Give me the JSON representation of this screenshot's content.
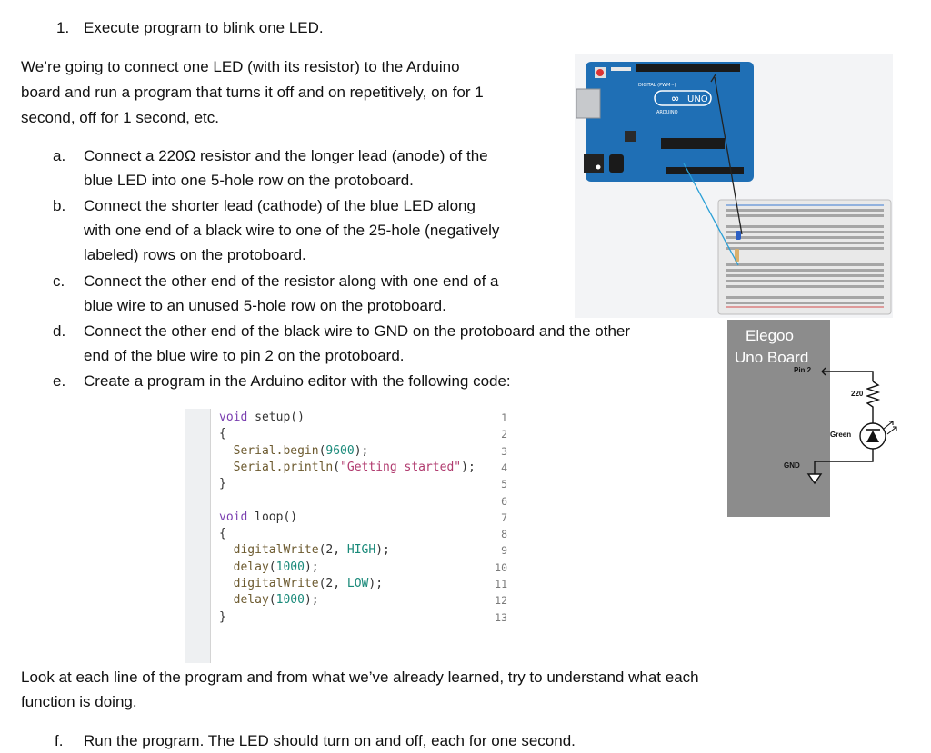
{
  "heading": {
    "number": "1.",
    "text": "Execute program to blink one LED."
  },
  "intro": [
    "We’re going to connect one LED (with its resistor) to the Arduino",
    "board and run a program that turns it off and on repetitively, on for 1",
    "second, off for 1 second, etc."
  ],
  "steps": [
    {
      "marker": "a.",
      "lines": [
        "Connect a 220Ω resistor and the longer lead (anode) of the",
        "blue LED into one 5-hole row on the protoboard."
      ]
    },
    {
      "marker": "b.",
      "lines": [
        "Connect the shorter lead (cathode) of the blue LED along",
        "with one end of a black wire to one of the 25-hole (negatively",
        "labeled) rows on the protoboard."
      ]
    },
    {
      "marker": "c.",
      "lines": [
        "Connect the other end of the resistor along with one end of a",
        "blue wire to an unused 5-hole row on the protoboard."
      ]
    },
    {
      "marker": "d.",
      "lines": [
        "Connect the other end of the black wire to GND on the protoboard and the other",
        "end of the blue wire to pin 2 on the protoboard."
      ]
    },
    {
      "marker": "e.",
      "lines": [
        "Create a program in the Arduino editor with the following code:"
      ]
    }
  ],
  "code": {
    "line_numbers": [
      "1",
      "2",
      "3",
      "4",
      "5",
      "6",
      "7",
      "8",
      "9",
      "10",
      "11",
      "12",
      "13"
    ],
    "lines": [
      {
        "kw": "void",
        "rest": " setup()"
      },
      {
        "plain": "{"
      },
      {
        "indent": "  ",
        "fn": "Serial.begin",
        "open": "(",
        "arg": "9600",
        "close": ");"
      },
      {
        "indent": "  ",
        "fn": "Serial.println",
        "open": "(",
        "str": "\"Getting started\"",
        "close": ");"
      },
      {
        "plain": "}"
      },
      {
        "plain": ""
      },
      {
        "kw": "void",
        "rest": " loop()"
      },
      {
        "plain": "{"
      },
      {
        "indent": "  ",
        "fn": "digitalWrite",
        "open": "(2, ",
        "arg": "HIGH",
        "close": ");"
      },
      {
        "indent": "  ",
        "fn": "delay",
        "open": "(",
        "arg": "1000",
        "close": ");"
      },
      {
        "indent": "  ",
        "fn": "digitalWrite",
        "open": "(2, ",
        "arg": "LOW",
        "close": ");"
      },
      {
        "indent": "  ",
        "fn": "delay",
        "open": "(",
        "arg": "1000",
        "close": ");"
      },
      {
        "plain": "}"
      }
    ]
  },
  "board_figure": {
    "logo": "UNO",
    "brand": "ARDUINO"
  },
  "schematic": {
    "title_line1": "Elegoo",
    "title_line2": "Uno Board",
    "pin_label": "Pin 2",
    "gnd_label": "GND",
    "resistor_label": "220",
    "led_label": "Green"
  },
  "outro": [
    "Look at each line of the program and from what we’ve already learned, try to understand what each",
    "function is doing."
  ],
  "final_step": {
    "marker": "f.",
    "text": "Run the program. The LED should turn on and off, each for one second."
  },
  "colors": {
    "board_blue": "#1f6fb5",
    "schematic_gray": "#8c8c8c",
    "wire_blue": "#2a9fd6"
  }
}
